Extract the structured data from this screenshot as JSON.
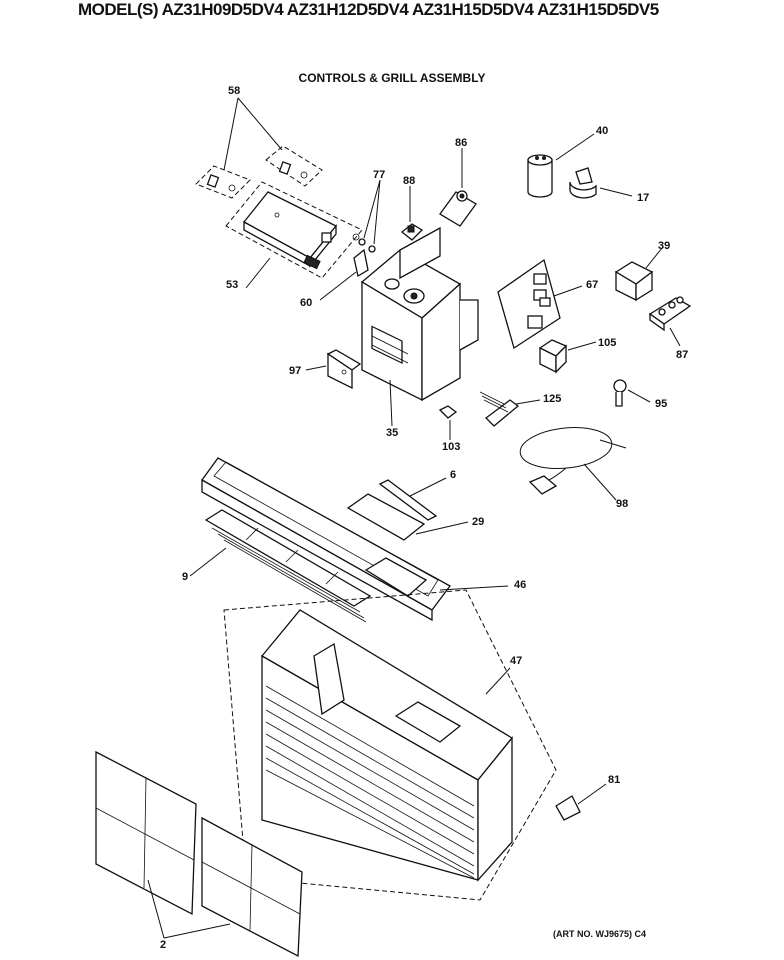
{
  "header": {
    "models": "MODEL(S) AZ31H09D5DV4  AZ31H12D5DV4  AZ31H15D5DV4  AZ31H15D5DV5"
  },
  "title": "CONTROLS & GRILL ASSEMBLY",
  "art_no": "(ART NO. WJ9675) C4",
  "parts": {
    "p58": "58",
    "p77": "77",
    "p88": "88",
    "p86": "86",
    "p40": "40",
    "p17": "17",
    "p39": "39",
    "p53": "53",
    "p60": "60",
    "p67": "67",
    "p87": "87",
    "p97": "97",
    "p105": "105",
    "p95": "95",
    "p35": "35",
    "p125": "125",
    "p103": "103",
    "p6": "6",
    "p98": "98",
    "p29": "29",
    "p9": "9",
    "p46": "46",
    "p47": "47",
    "p81": "81",
    "p2": "2"
  }
}
